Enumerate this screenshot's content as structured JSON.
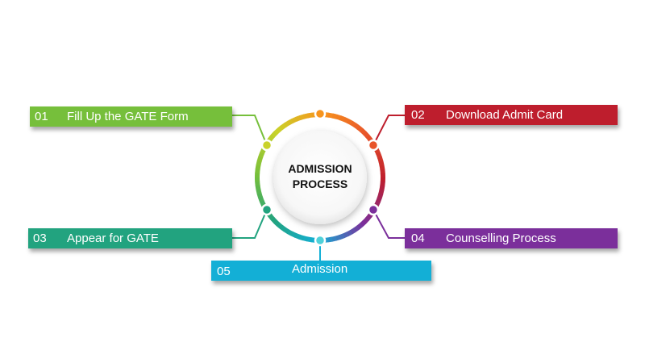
{
  "center": {
    "line1": "ADMISSION",
    "line2": "PROCESS"
  },
  "steps": [
    {
      "number": "01",
      "label": "Fill Up the GATE Form",
      "color": "#76bf3b"
    },
    {
      "number": "02",
      "label": "Download Admit Card",
      "color": "#be1e2d"
    },
    {
      "number": "03",
      "label": "Appear for GATE",
      "color": "#22a37f"
    },
    {
      "number": "04",
      "label": "Counselling Process",
      "color": "#7b2f9b"
    },
    {
      "number": "05",
      "label": "Admission",
      "color": "#13afd6"
    }
  ],
  "ring": {
    "colors": [
      "#f7941d",
      "#e8542a",
      "#be1e2d",
      "#7b2f9b",
      "#13afd6",
      "#22a37f",
      "#76bf3b",
      "#c9d22a"
    ]
  }
}
